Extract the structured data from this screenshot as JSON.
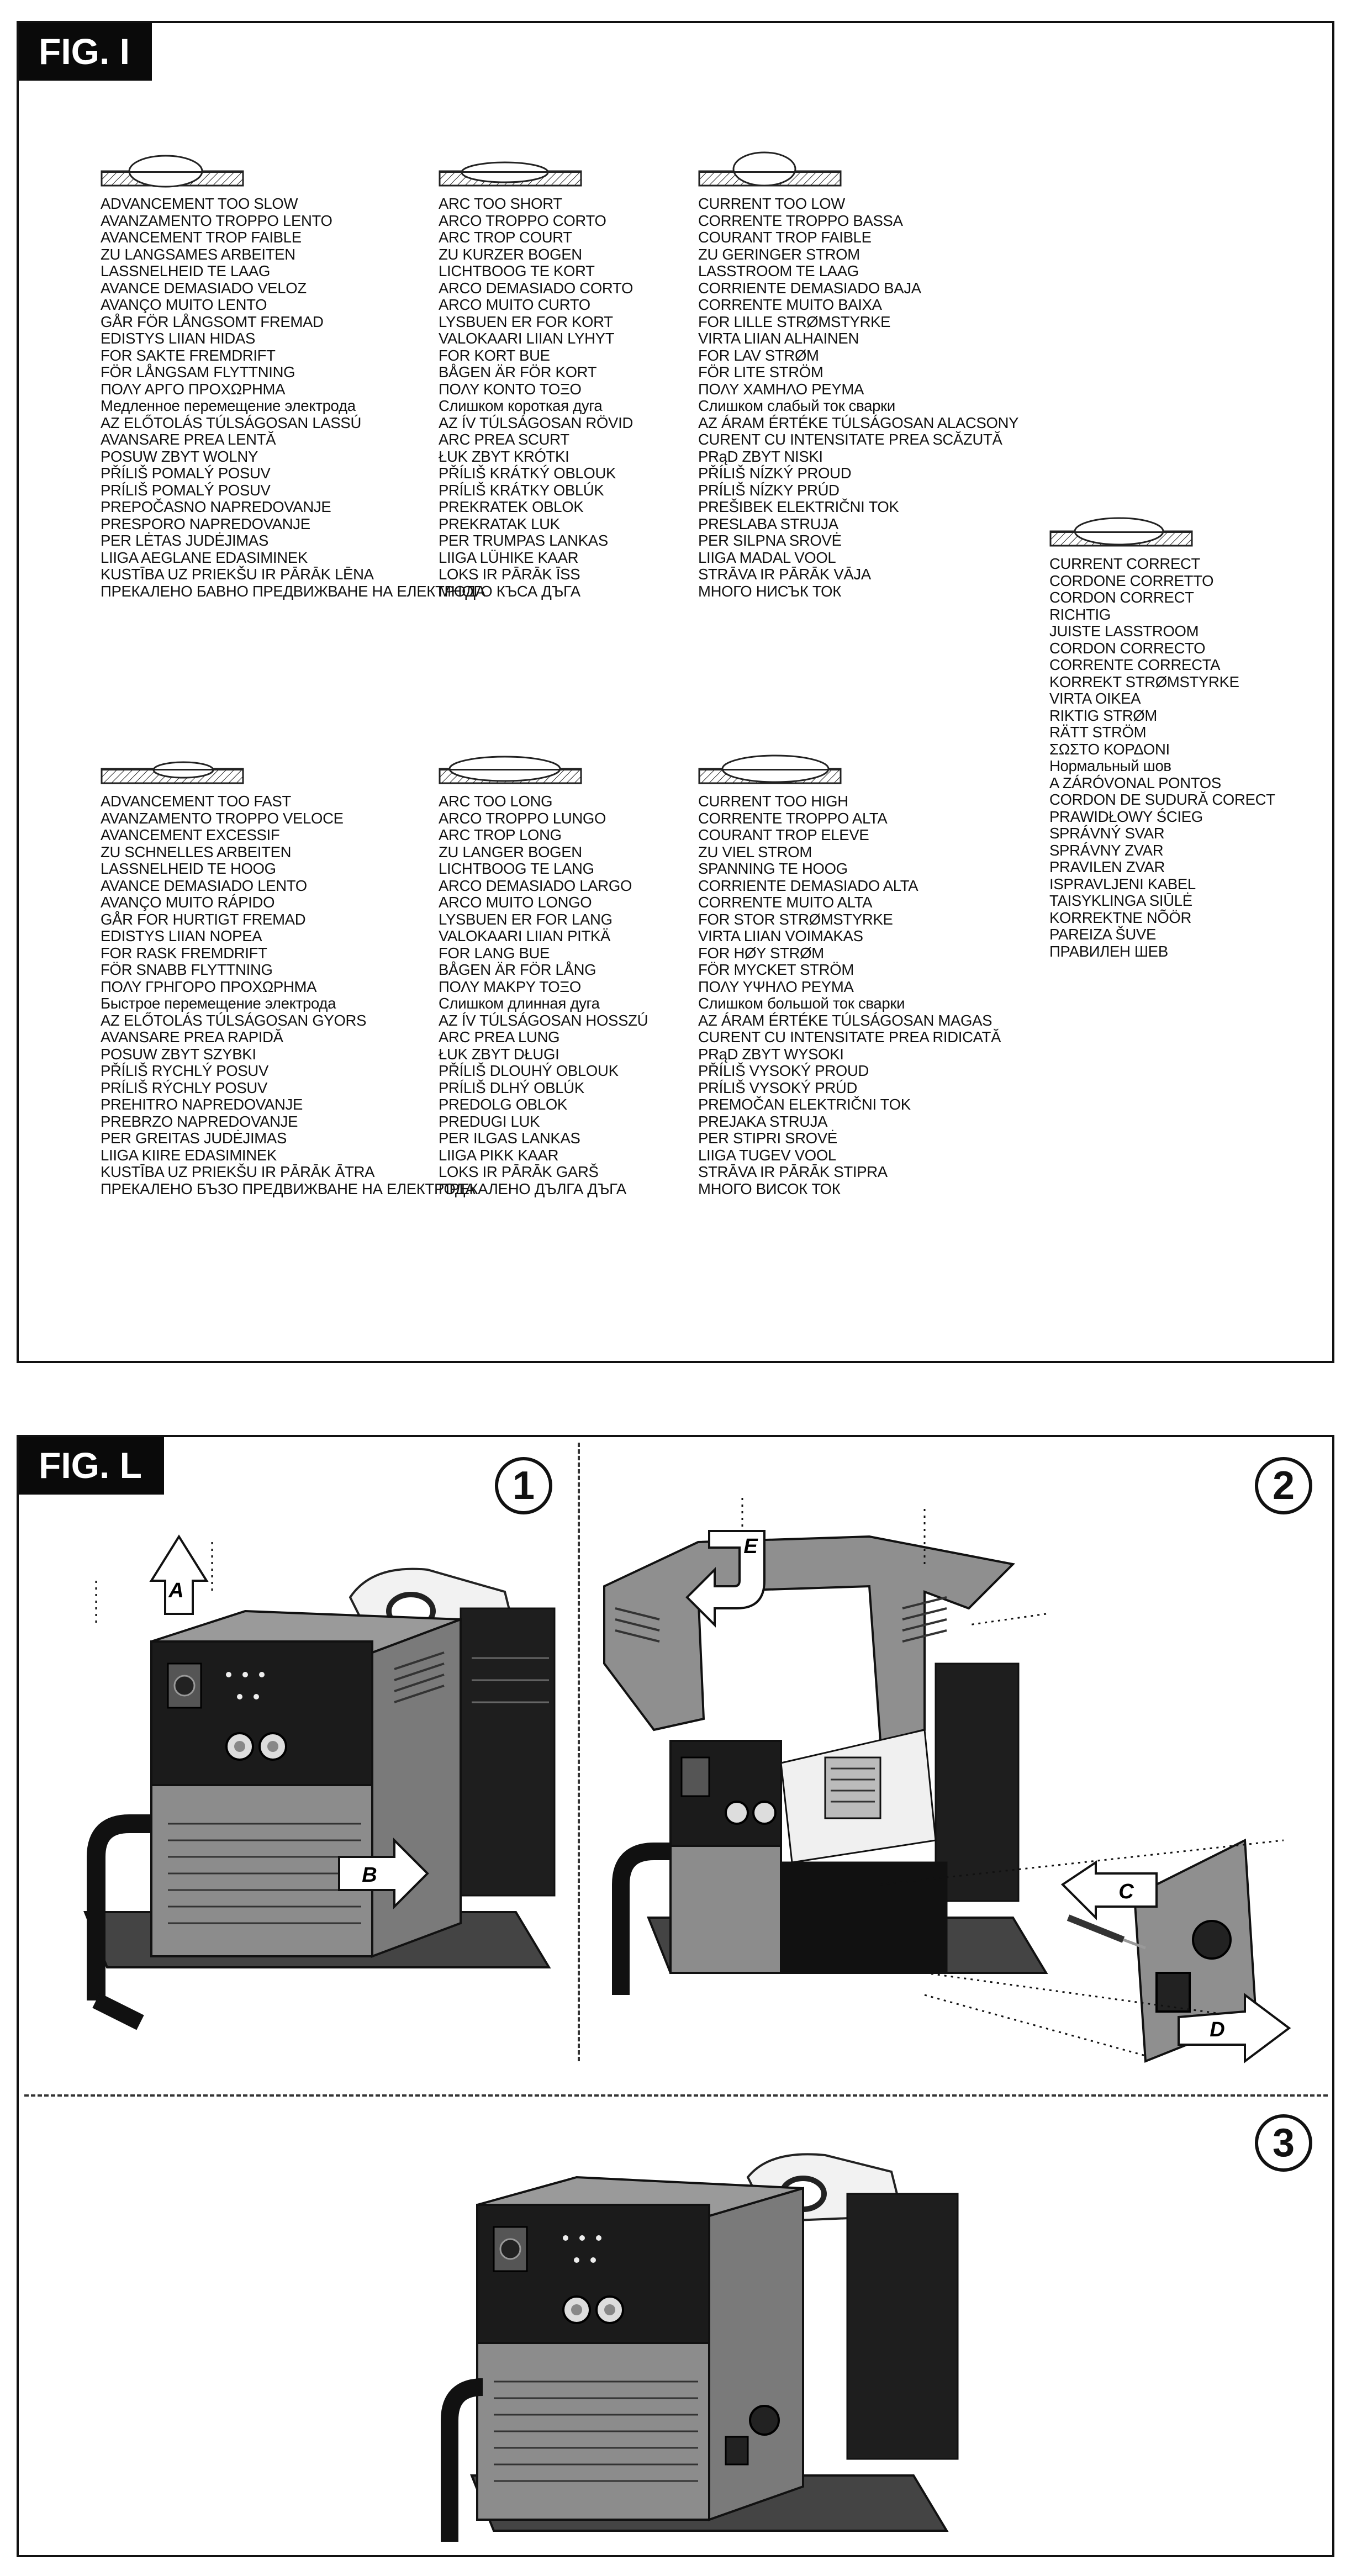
{
  "fig_i": {
    "label": "FIG. I",
    "groups": {
      "adv_slow": [
        "ADVANCEMENT TOO SLOW",
        "AVANZAMENTO TROPPO LENTO",
        "AVANCEMENT TROP FAIBLE",
        "ZU LANGSAMES ARBEITEN",
        "LASSNELHEID TE LAAG",
        "AVANCE DEMASIADO VELOZ",
        "AVANÇO MUITO LENTO",
        "GÅR FÖR LÅNGSOMT FREMAD",
        "EDISTYS LIIAN HIDAS",
        "FOR SAKTE FREMDRIFT",
        "FÖR LÅNGSAM FLYTTNING",
        "ΠΟΛΥ ΑΡΓΟ ΠΡΟΧΩΡΗΜΑ",
        "Медленное перемещение электрода",
        "AZ ELŐTOLÁS TÚLSÁGOSAN LASSÚ",
        "AVANSARE PREA LENTĂ",
        "POSUW ZBYT WOLNY",
        "PŘÍLIŠ POMALÝ POSUV",
        "PRÍLIŠ POMALÝ POSUV",
        "PREPOČASNO NAPREDOVANJE",
        "PRESPORO NAPREDOVANJE",
        "PER LĖTAS JUDĖJIMAS",
        "LIIGA AEGLANE EDASIMINEK",
        "KUSTĪBA UZ PRIEKŠU IR PĀRĀK LĒNA",
        "ПРЕКАЛЕНО БАВНО ПРЕДВИЖВАНЕ НА ЕЛЕКТРОДА"
      ],
      "arc_short": [
        "ARC TOO SHORT",
        "ARCO TROPPO CORTO",
        "ARC TROP COURT",
        "ZU KURZER BOGEN",
        "LICHTBOOG TE KORT",
        "ARCO DEMASIADO CORTO",
        "ARCO MUITO CURTO",
        "LYSBUEN ER FOR KORT",
        "VALOKAARI LIIAN LYHYT",
        "FOR KORT BUE",
        "BÅGEN ÄR FÖR KORT",
        "ΠΟΛΥ ΚΟΝΤΟ ΤΟΞΟ",
        "Слишком короткая дуга",
        "AZ ÍV TÚLSÁGOSAN RÖVID",
        "ARC PREA SCURT",
        "ŁUK ZBYT KRÓTKI",
        "PŘÍLIŠ KRÁTKÝ OBLOUK",
        "PRÍLIŠ KRÁTKY OBLÚK",
        "PREKRATEK OBLOK",
        "PREKRATAK LUK",
        "PER TRUMPAS LANKAS",
        "LIIGA LÜHIKE KAAR",
        "LOKS IR PĀRĀK ĪSS",
        "МНОГО КЪСА ДЪГА"
      ],
      "current_low": [
        "CURRENT TOO LOW",
        "CORRENTE TROPPO BASSA",
        "COURANT TROP FAIBLE",
        "ZU GERINGER STROM",
        "LASSTROOM TE LAAG",
        "CORRIENTE DEMASIADO BAJA",
        "CORRENTE MUITO BAIXA",
        "FOR LILLE STRØMSTYRKE",
        "VIRTA LIIAN ALHAINEN",
        "FOR LAV STRØM",
        "FÖR LITE STRÖM",
        "ΠΟΛΥ ΧΑΜΗΛΟ ΡΕΥΜΑ",
        "Слишком слабый ток сварки",
        "AZ ÁRAM ÉRTÉKE TÚLSÁGOSAN ALACSONY",
        "CURENT CU INTENSITATE PREA SCĂZUTĂ",
        "PRąD ZBYT NISKI",
        "PŘÍLIŠ NÍZKÝ PROUD",
        "PRÍLIŠ NÍZKY PRÚD",
        "PREŠIBEK ELEKTRIČNI TOK",
        "PRESLABA STRUJA",
        "PER SILPNA SROVĖ",
        "LIIGA MADAL VOOL",
        "STRĀVA IR PĀRĀK VĀJA",
        "МНОГО НИСЪК ТОК"
      ],
      "current_correct": [
        "CURRENT CORRECT",
        "CORDONE CORRETTO",
        "CORDON CORRECT",
        "RICHTIG",
        "JUISTE LASSTROOM",
        "CORDON CORRECTO",
        "CORRENTE CORRECTA",
        "KORREKT STRØMSTYRKE",
        "VIRTA OIKEA",
        "RIKTIG STRØM",
        "RÄTT STRÖM",
        "ΣΩΣΤΟ ΚΟΡΔΟΝΙ",
        "Нормальный шов",
        "A ZÁRÓVONAL PONTOS",
        "CORDON DE SUDURĂ CORECT",
        "PRAWIDŁOWY ŚCIEG",
        "SPRÁVNÝ SVAR",
        "SPRÁVNY ZVAR",
        "PRAVILEN ZVAR",
        "ISPRAVLJENI KABEL",
        "TAISYKLINGA SIŪLĖ",
        "KORREKTNE NÕÖR",
        "PAREIZA ŠUVE",
        "ПРАВИЛЕН ШЕВ"
      ],
      "adv_fast": [
        "ADVANCEMENT TOO FAST",
        "AVANZAMENTO TROPPO VELOCE",
        "AVANCEMENT EXCESSIF",
        "ZU SCHNELLES ARBEITEN",
        "LASSNELHEID TE HOOG",
        "AVANCE DEMASIADO LENTO",
        "AVANÇO MUITO RÁPIDO",
        "GÅR FOR HURTIGT FREMAD",
        "EDISTYS LIIAN NOPEA",
        "FOR RASK FREMDRIFT",
        "FÖR SNABB FLYTTNING",
        "ΠΟΛΥ ΓΡΗΓΟΡΟ ΠΡΟΧΩΡΗΜΑ",
        "Быстрое перемещение электрода",
        "AZ ELŐTOLÁS TÚLSÁGOSAN GYORS",
        "AVANSARE PREA RAPIDĂ",
        "POSUW ZBYT SZYBKI",
        "PŘÍLIŠ RYCHLÝ POSUV",
        "PRÍLIŠ RÝCHLY POSUV",
        "PREHITRO NAPREDOVANJE",
        "PREBRZO NAPREDOVANJE",
        "PER GREITAS JUDĖJIMAS",
        "LIIGA KIIRE EDASIMINEK",
        "KUSTĪBA UZ PRIEKŠU IR PĀRĀK ĀTRA",
        "ПРЕКАЛЕНО БЪЗО ПРЕДВИЖВАНЕ НА ЕЛЕКТРОДА"
      ],
      "arc_long": [
        "ARC TOO LONG",
        "ARCO TROPPO LUNGO",
        "ARC TROP LONG",
        "ZU LANGER BOGEN",
        "LICHTBOOG TE LANG",
        "ARCO DEMASIADO LARGO",
        "ARCO MUITO LONGO",
        "LYSBUEN ER FOR LANG",
        "VALOKAARI LIIAN PITKÄ",
        "FOR LANG BUE",
        "BÅGEN ÄR FÖR LÅNG",
        "ΠΟΛΥ ΜΑΚΡΥ ΤΟΞΟ",
        "Слишком длинная дуга",
        "AZ ÍV TÚLSÁGOSAN HOSSZÚ",
        "ARC PREA LUNG",
        "ŁUK ZBYT DŁUGI",
        "PŘÍLIŠ DLOUHÝ OBLOUK",
        "PRÍLIŠ DLHÝ OBLÚK",
        "PREDOLG OBLOK",
        "PREDUGI LUK",
        "PER ILGAS LANKAS",
        "LIIGA PIKK KAAR",
        "LOKS IR PĀRĀK GARŠ",
        "ПРЕКАЛЕНО ДЪЛГА ДЪГА"
      ],
      "current_high": [
        "CURRENT TOO HIGH",
        "CORRENTE TROPPO ALTA",
        "COURANT TROP ELEVE",
        "ZU VIEL STROM",
        "SPANNING TE HOOG",
        "CORRIENTE DEMASIADO ALTA",
        "CORRENTE MUITO ALTA",
        "FOR STOR STRØMSTYRKE",
        "VIRTA LIIAN VOIMAKAS",
        "FOR HØY STRØM",
        "FÖR MYCKET STRÖM",
        "ΠΟΛΥ ΥΨΗΛΟ ΡΕΥΜΑ",
        "Слишком большой ток сварки",
        "AZ ÁRAM ÉRTÉKE TÚLSÁGOSAN MAGAS",
        "CURENT CU INTENSITATE PREA RIDICATĂ",
        "PRąD ZBYT WYSOKI",
        "PŘÍLIŠ VYSOKÝ PROUD",
        "PRÍLIŠ VYSOKÝ PRÚD",
        "PREMOČAN ELEKTRIČNI TOK",
        "PREJAKA STRUJA",
        "PER STIPRI SROVĖ",
        "LIIGA TUGEV VOOL",
        "STRĀVA IR PĀRĀK STIPRA",
        "МНОГО ВИСОК ТОК"
      ]
    }
  },
  "fig_l": {
    "label": "FIG. L",
    "steps": [
      "1",
      "2",
      "3"
    ],
    "callouts": {
      "a": "A",
      "b": "B",
      "c": "C",
      "d": "D",
      "e": "E"
    }
  }
}
